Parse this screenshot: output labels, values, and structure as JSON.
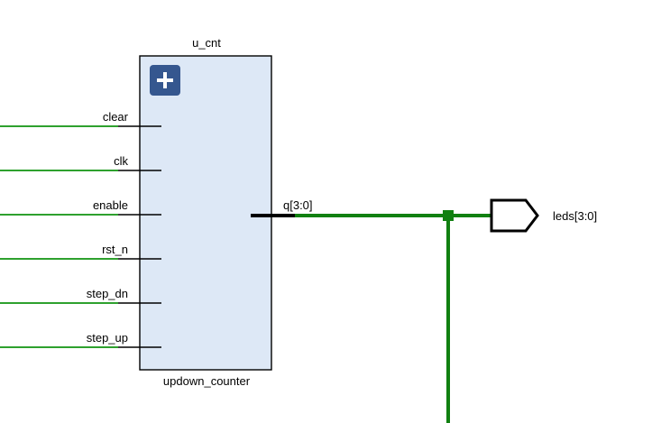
{
  "cell": {
    "instance_name": "u_cnt",
    "module_name": "updown_counter",
    "fill_color": "#dde8f6",
    "border_color": "#000000",
    "expand_icon": "plus-icon",
    "expand_icon_color": "#35578f",
    "inputs": [
      {
        "label": "clear"
      },
      {
        "label": "clk"
      },
      {
        "label": "enable"
      },
      {
        "label": "rst_n"
      },
      {
        "label": "step_dn"
      },
      {
        "label": "step_up"
      }
    ],
    "output": {
      "label": "q[3:0]"
    }
  },
  "output_port": {
    "label": "leds[3:0]"
  },
  "colors": {
    "input_wire": "#2ea12e",
    "bus_wire": "#118011"
  }
}
